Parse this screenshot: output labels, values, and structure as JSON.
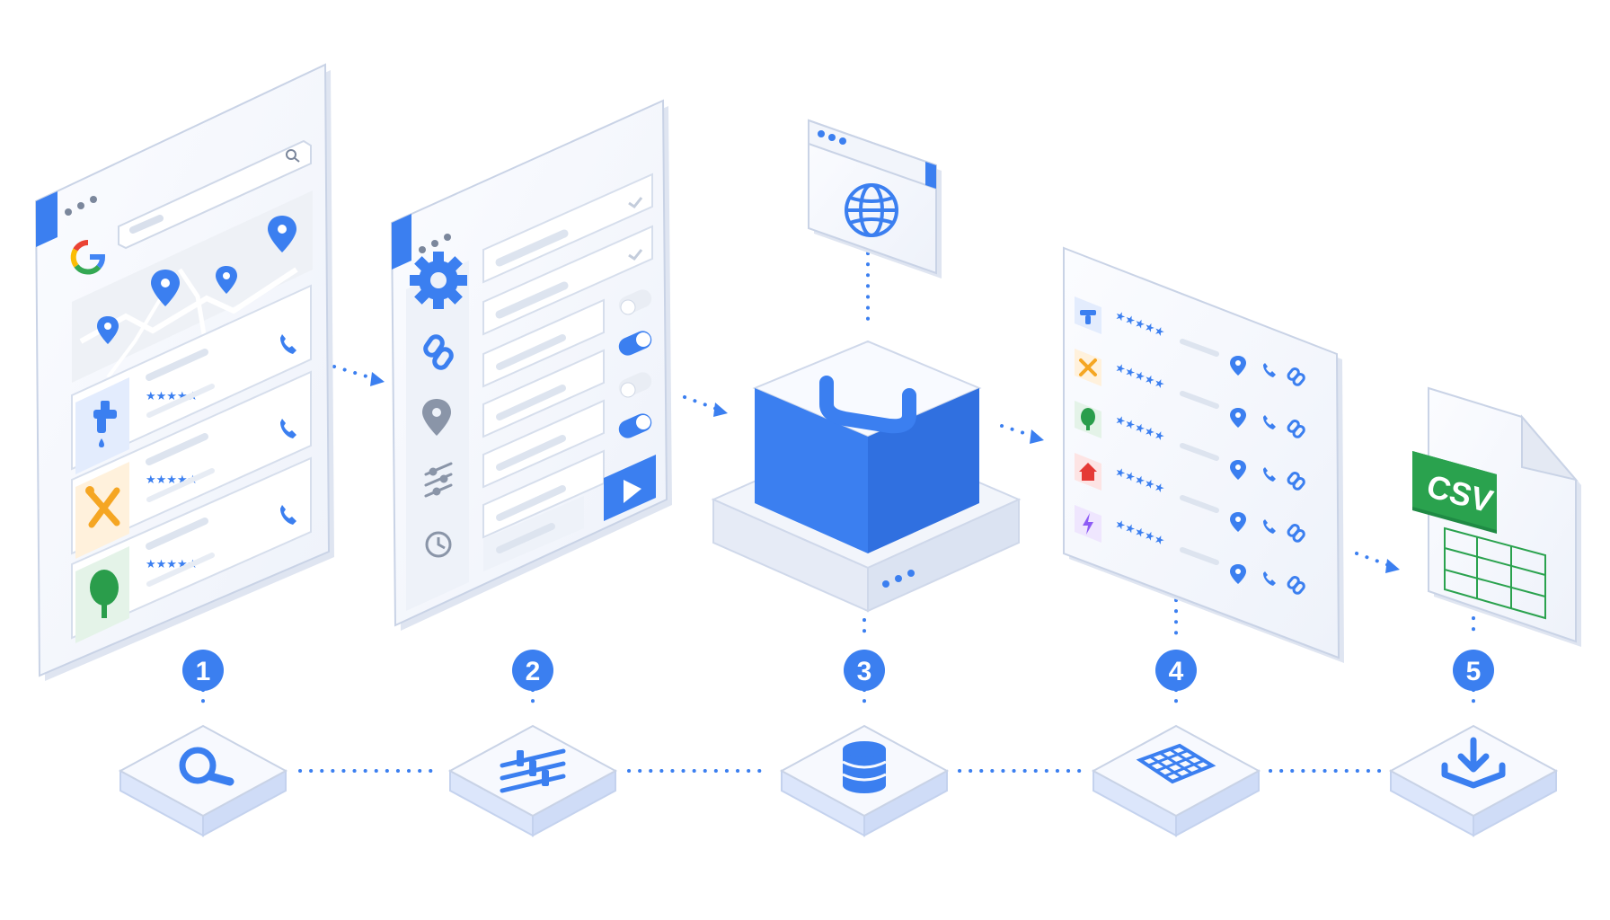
{
  "colors": {
    "accent": "#3b7ff0",
    "accent_light": "#dce8fd",
    "panel": "#f6f8fd",
    "panel_edge": "#c9d3e6",
    "green": "#2a9d4b",
    "orange": "#f5a623",
    "red": "#e53935",
    "purple": "#8e5cf5"
  },
  "steps": [
    {
      "number": "1",
      "icon": "search-icon"
    },
    {
      "number": "2",
      "icon": "sliders-icon"
    },
    {
      "number": "3",
      "icon": "database-icon"
    },
    {
      "number": "4",
      "icon": "table-grid-icon"
    },
    {
      "number": "5",
      "icon": "download-icon"
    }
  ],
  "maps_panel": {
    "logo_icon": "google-logo-icon",
    "results": [
      {
        "icon": "faucet-icon",
        "rating_stars": 5
      },
      {
        "icon": "tools-icon",
        "rating_stars": 5
      },
      {
        "icon": "tree-icon",
        "rating_stars": 5
      }
    ]
  },
  "config_panel": {
    "side_icons": [
      "gear-icon",
      "link-icon",
      "location-pin-icon",
      "sliders-icon",
      "clock-icon"
    ],
    "toggles": [
      false,
      true,
      false,
      true
    ],
    "action_icon": "play-icon"
  },
  "results_panel": {
    "rows": [
      {
        "icon": "faucet-icon",
        "rating_stars": 5
      },
      {
        "icon": "tools-icon",
        "rating_stars": 5
      },
      {
        "icon": "tree-icon",
        "rating_stars": 5
      },
      {
        "icon": "house-icon",
        "rating_stars": 5
      },
      {
        "icon": "lightning-icon",
        "rating_stars": 5
      }
    ]
  },
  "csv_file": {
    "label": "CSV"
  }
}
